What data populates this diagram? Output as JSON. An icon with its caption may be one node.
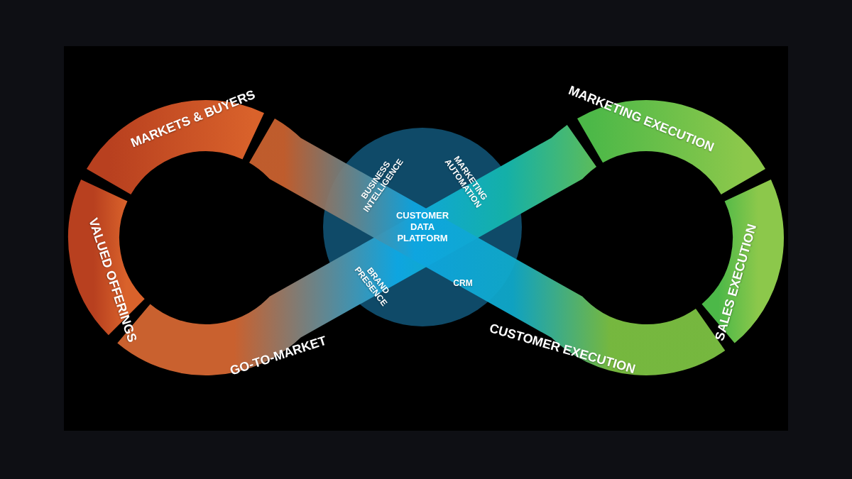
{
  "diagram": {
    "nodes": [
      {
        "text": [
          "MARKETS & BUYERS"
        ]
      },
      {
        "text": [
          "MARKETING EXECUTION"
        ]
      },
      {
        "text": [
          "VALUED OFFERINGS"
        ]
      },
      {
        "text": [
          "CUSTOMER DATA PLATFORM"
        ]
      },
      {
        "text": [
          "SALES EXECUTION"
        ]
      },
      {
        "text": [
          "GO-TO-MARKET"
        ]
      },
      {
        "text": [
          "CUSTOMER EXECUTION"
        ]
      }
    ],
    "labels": [
      "BUSINESS INTELLIGENCE",
      "MARKETING AUTOMATION",
      "BRAND PRESENCE",
      "CRM"
    ]
  }
}
